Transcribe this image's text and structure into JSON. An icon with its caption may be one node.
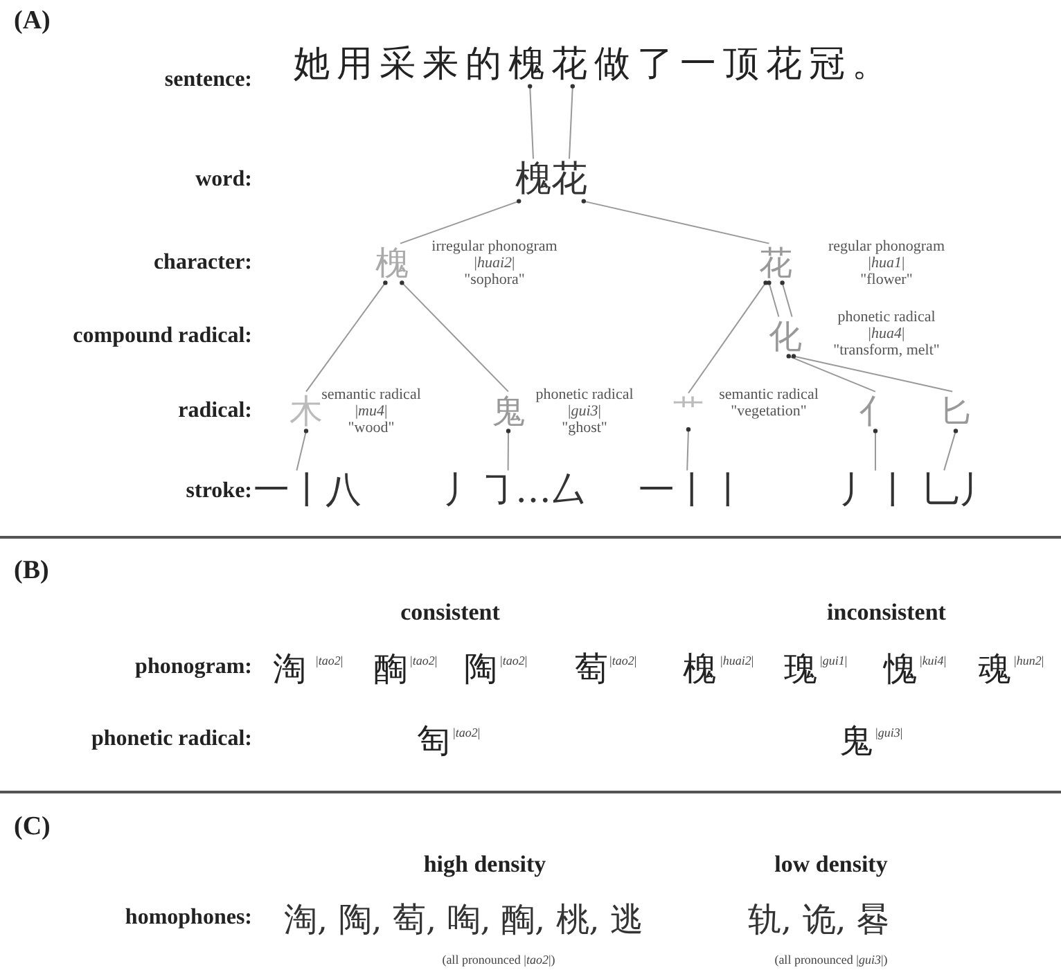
{
  "diagram": {
    "nodes": [
      {
        "text": [
          "她用采来的槐花做了一顶花冠。"
        ]
      },
      {
        "text": [
          "槐花"
        ]
      },
      {
        "text": [
          "槐"
        ],
        "beside": [
          "irregular phonogram",
          "|*huai2*|",
          "\"sophora\""
        ]
      },
      {
        "text": [
          "花"
        ],
        "beside": [
          "regular phonogram",
          "|*hua1*|",
          "\"flower\""
        ]
      },
      {
        "text": [
          "化"
        ],
        "beside": [
          "phonetic radical",
          "|*hua4*|",
          "\"transform, melt\""
        ]
      },
      {
        "text": [
          "木"
        ],
        "beside": [
          "semantic radical",
          "|*mu4*|",
          "\"wood\""
        ]
      },
      {
        "text": [
          "鬼"
        ],
        "beside": [
          "phonetic radical",
          "|*gui3*|",
          "\"ghost\""
        ]
      },
      {
        "text": [
          "艹"
        ],
        "beside": [
          "semantic radical",
          "\"vegetation\""
        ]
      },
      {
        "text": [
          "亻"
        ]
      },
      {
        "text": [
          "匕"
        ]
      },
      {
        "text": [
          "一丨八"
        ]
      },
      {
        "text": [
          "丿㇆…厶"
        ]
      },
      {
        "text": [
          "一丨丨"
        ]
      },
      {
        "text": [
          "丿丨"
        ]
      },
      {
        "text": [
          "乚丿"
        ]
      }
    ],
    "edges": [
      {
        "from": 0,
        "to": 1,
        "arrow": "other"
      },
      {
        "from": 0,
        "to": 1,
        "arrow": "other"
      },
      {
        "from": 1,
        "to": 2,
        "arrow": "other"
      },
      {
        "from": 1,
        "to": 3,
        "arrow": "other"
      },
      {
        "from": 2,
        "to": 5,
        "arrow": "other"
      },
      {
        "from": 2,
        "to": 6,
        "arrow": "other"
      },
      {
        "from": 3,
        "to": 4,
        "arrow": "other"
      },
      {
        "from": 3,
        "to": 4,
        "arrow": "other"
      },
      {
        "from": 3,
        "to": 7,
        "arrow": "other"
      },
      {
        "from": 4,
        "to": 8,
        "arrow": "other"
      },
      {
        "from": 4,
        "to": 9,
        "arrow": "other"
      },
      {
        "from": 5,
        "to": 10,
        "arrow": "other"
      },
      {
        "from": 6,
        "to": 11,
        "arrow": "other"
      },
      {
        "from": 7,
        "to": 12,
        "arrow": "other"
      },
      {
        "from": 8,
        "to": 13,
        "arrow": "other"
      },
      {
        "from": 9,
        "to": 14,
        "arrow": "other"
      }
    ],
    "labels": [
      "(A)",
      "sentence:",
      "word:",
      "character:",
      "compound radical:",
      "radical:",
      "stroke:",
      "(B)",
      "consistent",
      "inconsistent",
      "phonogram:",
      "淘",
      "|*tao2*|",
      "醄",
      "|*tao2*|",
      "陶",
      "|*tao2*|",
      "萄",
      "|*tao2*|",
      "槐",
      "|*huai2*|",
      "瑰",
      "|*gui1*|",
      "愧",
      "|*kui4*|",
      "魂",
      "|*hun2*|",
      "phonetic radical:",
      "匋",
      "|*tao2*|",
      "鬼",
      "|*gui3*|",
      "(C)",
      "high density",
      "low density",
      "homophones:",
      "淘, 陶, 萄, 啕, 醄, 桃, 逃",
      "(all pronounced |*tao2*|)",
      "轨, 诡, 晷",
      "(all pronounced |*gui3*|)"
    ]
  }
}
